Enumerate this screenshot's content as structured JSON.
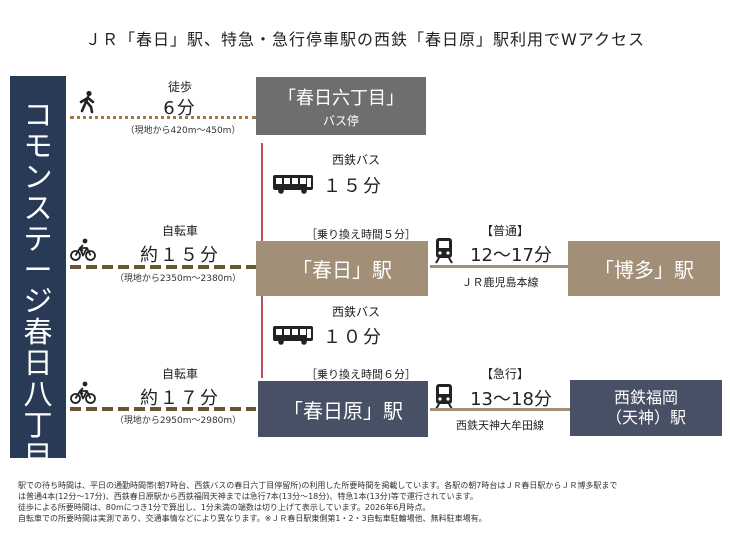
{
  "title": "ＪＲ「春日」駅、特急・急行停車駅の西鉄「春日原」駅利用でWアクセス",
  "property": "コモンステージ春日八丁目",
  "walk": {
    "label": "徒歩",
    "time": "6分",
    "distance": "（現地から420m〜450m）"
  },
  "bus_stop": {
    "name": "「春日六丁目」",
    "sub": "バス停"
  },
  "bus1": {
    "label": "西鉄バス",
    "time": "１５分"
  },
  "bike1": {
    "label": "自転車",
    "time": "約１５分",
    "distance": "（現地から2350m〜2380m）"
  },
  "transfer1": "［乗り換え時間５分］",
  "kasuga": "「春日」駅",
  "train1": {
    "type": "【普通】",
    "time": "12〜17分",
    "line": "ＪＲ鹿児島本線"
  },
  "hakata": "「博多」駅",
  "bus2": {
    "label": "西鉄バス",
    "time": "１０分"
  },
  "bike2": {
    "label": "自転車",
    "time": "約１７分",
    "distance": "（現地から2950m〜2980m）"
  },
  "transfer2": "［乗り換え時間６分］",
  "kasugabaru": "「春日原」駅",
  "train2": {
    "type": "【急行】",
    "time": "13〜18分",
    "line": "西鉄天神大牟田線"
  },
  "tenjin": {
    "line1": "西鉄福岡",
    "line2": "（天神）駅"
  },
  "notes": [
    "駅での待ち時間は、平日の通勤時間帯(朝7時台、西鉄バスの春日六丁目停留所)の利用した所要時間を掲載しています。各駅の朝7時台はＪＲ春日駅からＪＲ博多駅まで",
    "は普通4本(12分〜17分)、西鉄春日原駅から西鉄福岡天神までは急行7本(13分〜18分)、特急1本(13分)等で運行されています。",
    "徒歩による所要時間は、80mにつき1分で算出し、1分未満の端数は切り上げて表示しています。2026年6月時点。",
    "自転車での所要時間は実測であり、交通事情などにより異なります。※ＪＲ春日駅東側第1・2・3自転車駐輪場他、無料駐車場有。"
  ],
  "colors": {
    "navy": "#283a55",
    "gray_box": "#6e6e6e",
    "tan": "#a18f77",
    "slate": "#485066",
    "red_line": "#c0505f",
    "brown": "#6b5336"
  },
  "icons": [
    "walker-icon",
    "bus-icon",
    "bicycle-icon",
    "train-icon"
  ]
}
